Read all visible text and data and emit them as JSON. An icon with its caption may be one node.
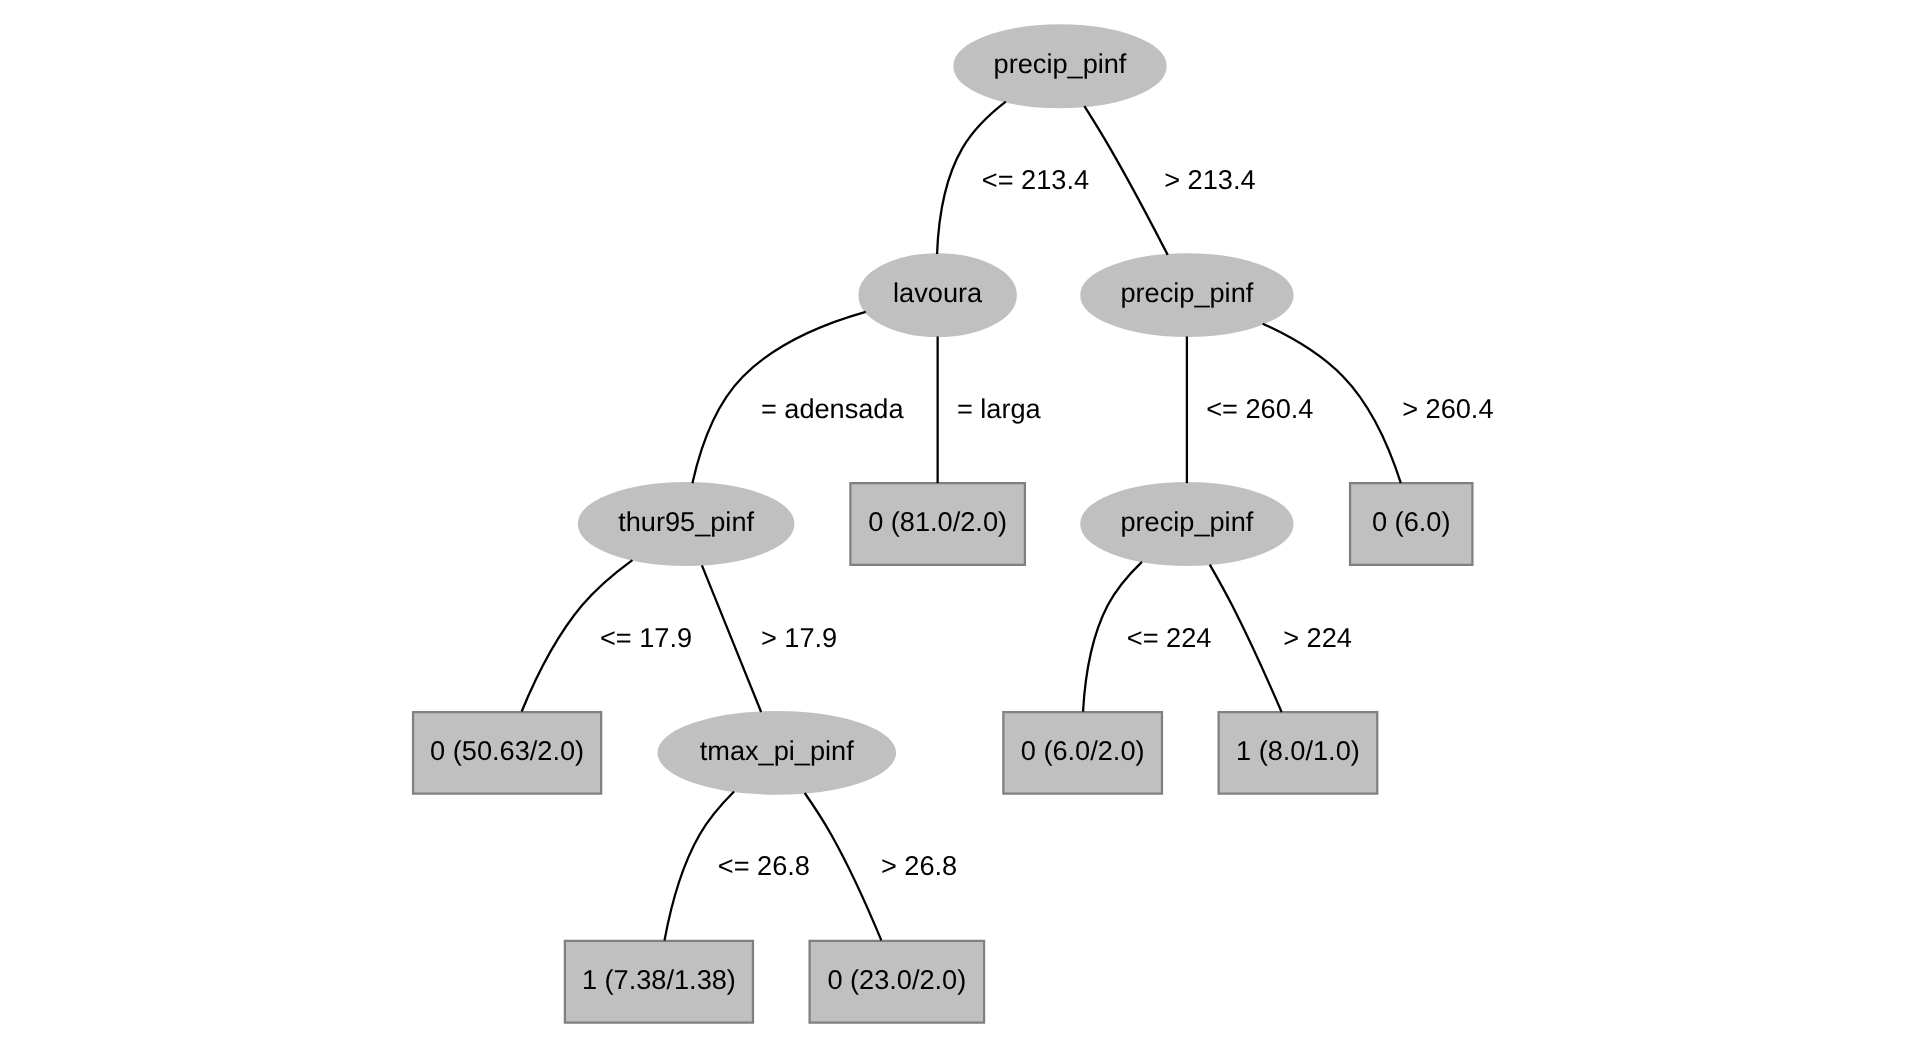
{
  "diagram": {
    "nodes": [
      {
        "text": [
          "precip_pinf"
        ]
      },
      {
        "text": [
          "lavoura"
        ]
      },
      {
        "text": [
          "precip_pinf"
        ]
      },
      {
        "text": [
          "thur95_pinf"
        ]
      },
      {
        "text": [
          "0 (81.0/2.0)"
        ]
      },
      {
        "text": [
          "precip_pinf"
        ]
      },
      {
        "text": [
          "0 (6.0)"
        ]
      },
      {
        "text": [
          "0 (50.63/2.0)"
        ]
      },
      {
        "text": [
          "tmax_pi_pinf"
        ]
      },
      {
        "text": [
          "0 (6.0/2.0)"
        ]
      },
      {
        "text": [
          "1 (8.0/1.0)"
        ]
      },
      {
        "text": [
          "1 (7.38/1.38)"
        ]
      },
      {
        "text": [
          "0 (23.0/2.0)"
        ]
      }
    ],
    "edges": [
      {
        "from": 0,
        "to": 1,
        "arrow": "none",
        "label": "<= 213.4"
      },
      {
        "from": 0,
        "to": 2,
        "arrow": "none",
        "label": "> 213.4"
      },
      {
        "from": 1,
        "to": 3,
        "arrow": "none",
        "label": "= adensada"
      },
      {
        "from": 1,
        "to": 4,
        "arrow": "none",
        "label": "= larga"
      },
      {
        "from": 2,
        "to": 5,
        "arrow": "none",
        "label": "<= 260.4"
      },
      {
        "from": 2,
        "to": 6,
        "arrow": "none",
        "label": "> 260.4"
      },
      {
        "from": 3,
        "to": 7,
        "arrow": "none",
        "label": "<= 17.9"
      },
      {
        "from": 3,
        "to": 8,
        "arrow": "none",
        "label": "> 17.9"
      },
      {
        "from": 5,
        "to": 9,
        "arrow": "none",
        "label": "<= 224"
      },
      {
        "from": 5,
        "to": 10,
        "arrow": "none",
        "label": "> 224"
      },
      {
        "from": 8,
        "to": 11,
        "arrow": "none",
        "label": "<= 26.8"
      },
      {
        "from": 8,
        "to": 12,
        "arrow": "none",
        "label": "> 26.8"
      }
    ]
  }
}
